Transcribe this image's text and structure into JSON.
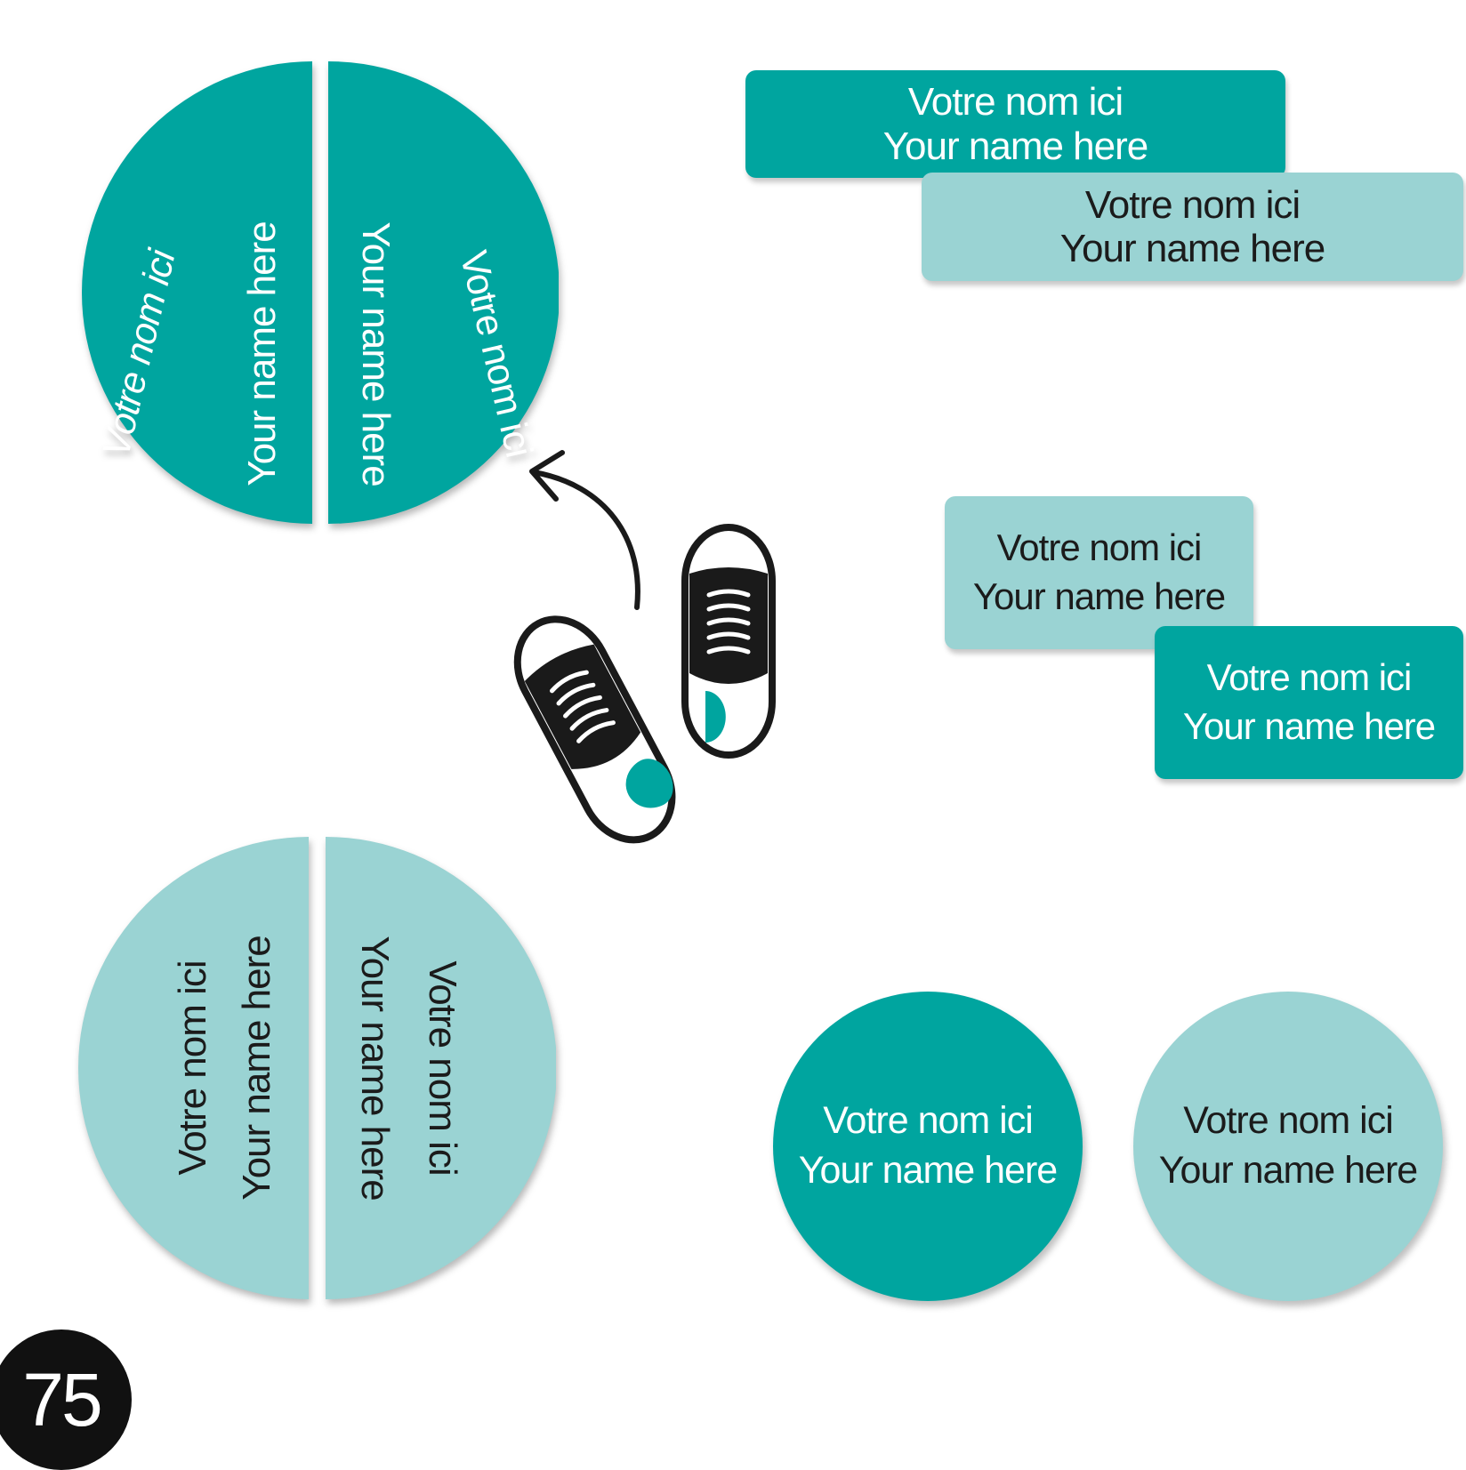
{
  "colors": {
    "teal": "#00a59f",
    "light_teal": "#9ad3d3",
    "text_on_teal": "#ffffff",
    "text_on_light": "#1b1b1b",
    "icon": "#1a1a1a"
  },
  "labels": {
    "fr": "Votre nom ici",
    "en": "Your name here"
  },
  "badge": {
    "number": "75"
  },
  "illustration": {
    "icons": [
      "sneakers-icon",
      "curved-arrow-icon"
    ]
  }
}
